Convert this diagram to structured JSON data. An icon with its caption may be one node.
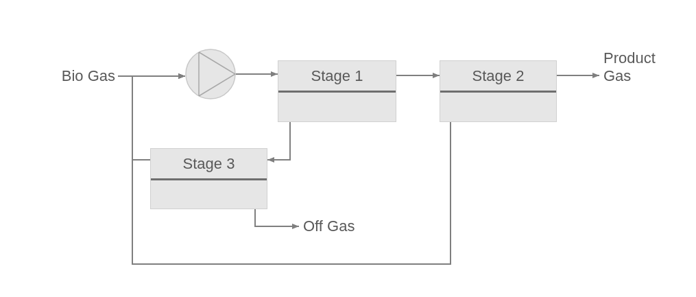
{
  "diagram": {
    "nodes": [
      {
        "text": [
          "Bio Gas"
        ]
      },
      {
        "text": [],
        "shape": "circle"
      },
      {
        "text": [
          "Stage 1"
        ]
      },
      {
        "text": [
          "Stage 2"
        ]
      },
      {
        "text": [
          "Product Gas"
        ]
      },
      {
        "text": [
          "Stage 3"
        ]
      },
      {
        "text": [
          "Off Gas"
        ]
      }
    ],
    "edges": [
      {
        "from": 0,
        "to": 1,
        "arrow": "to"
      },
      {
        "from": 1,
        "to": 2,
        "arrow": "to"
      },
      {
        "from": 2,
        "to": 3,
        "arrow": "to"
      },
      {
        "from": 3,
        "to": 4,
        "arrow": "to"
      },
      {
        "from": 2,
        "to": 5,
        "arrow": "to"
      },
      {
        "from": 5,
        "to": 1,
        "arrow": "to"
      },
      {
        "from": 3,
        "to": 1,
        "arrow": "to"
      },
      {
        "from": 5,
        "to": 6,
        "arrow": "to"
      }
    ]
  }
}
